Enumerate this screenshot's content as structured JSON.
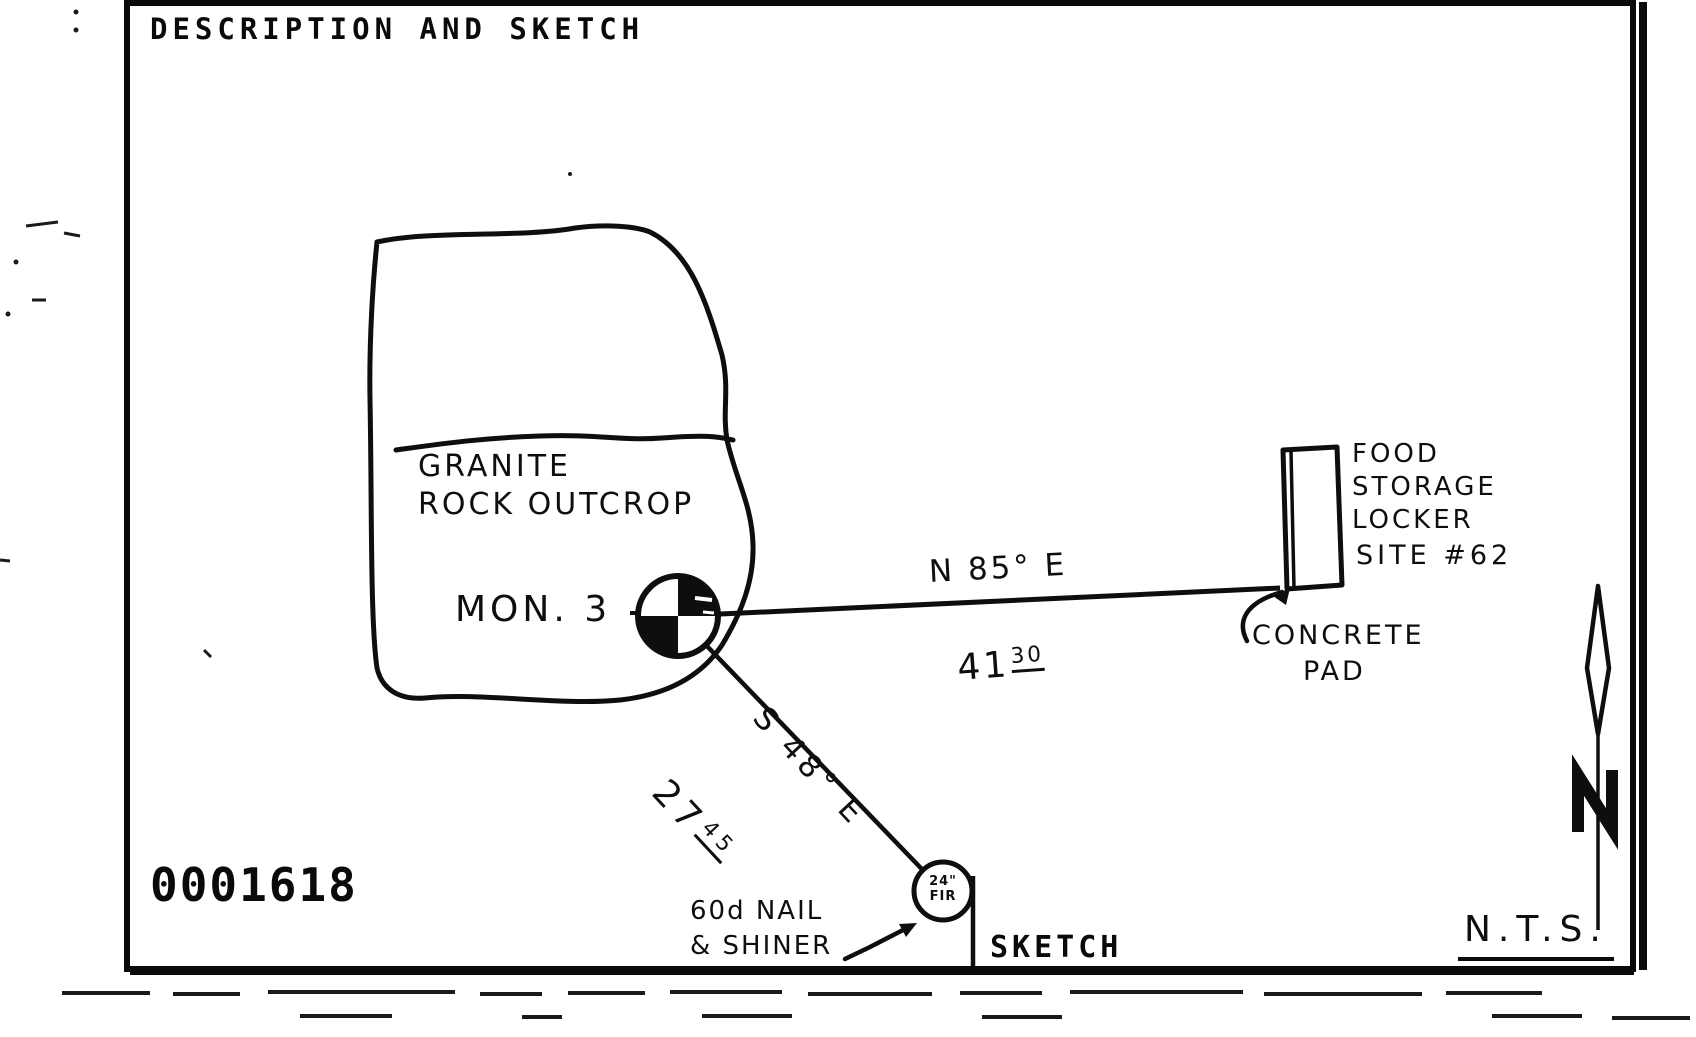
{
  "page": {
    "title": "DESCRIPTION AND SKETCH",
    "serial_number": "0001618",
    "sketch_caption": "SKETCH",
    "scale_note": "N.T.S."
  },
  "sketch": {
    "outcrop_label": "GRANITE\nROCK OUTCROP",
    "monument": {
      "label": "MON. 3"
    },
    "tie_to_locker": {
      "bearing": "N 85° E",
      "distance": "41",
      "distance_decimals": "30"
    },
    "tie_to_fir": {
      "bearing": "S 48° E",
      "distance": "27",
      "distance_decimals": "45"
    },
    "locker_label": "FOOD\nSTORAGE\nLOCKER",
    "site_label": "SITE #62",
    "concrete_label": "CONCRETE",
    "pad_label": "PAD",
    "nail_label": "60d NAIL\n& SHINER",
    "fir_tag": "24\"\nFIR"
  },
  "colors": {
    "ink": "#0e0e0e",
    "paper": "#ffffff"
  }
}
